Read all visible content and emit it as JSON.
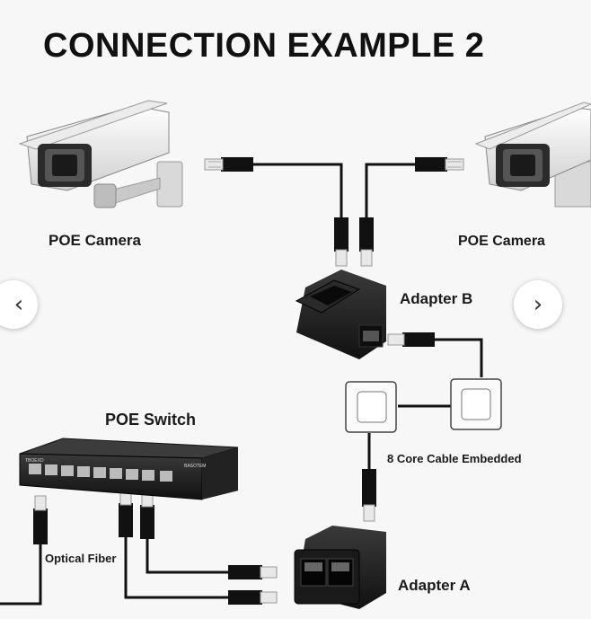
{
  "title": "CONNECTION EXAMPLE 2",
  "labels": {
    "poe_camera_left": "POE Camera",
    "poe_camera_right": "POE Camera",
    "adapter_b": "Adapter B",
    "adapter_a": "Adapter A",
    "poe_switch": "POE Switch",
    "cable": "8 Core Cable Embedded",
    "optical_fiber": "Optical Fiber"
  },
  "switch": {
    "brand": "TBOEXD",
    "model": "BASOTEM"
  },
  "nav": {
    "prev": "‹",
    "next": "›"
  }
}
